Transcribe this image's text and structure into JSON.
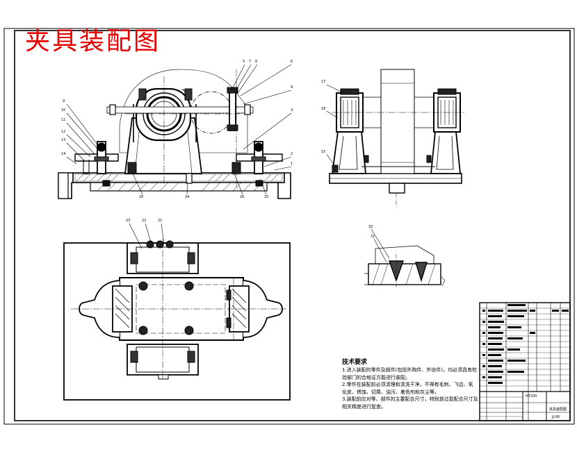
{
  "drawing": {
    "title": "夹具装配图"
  },
  "balloons": {
    "front_top": [
      "5",
      "7",
      "8",
      "6",
      "4",
      "3",
      "2",
      "1"
    ],
    "front_left": [
      "9",
      "10",
      "11",
      "12",
      "13",
      "14"
    ],
    "front_bottom": [
      "20",
      "24",
      "26",
      "25"
    ],
    "side": [
      "17",
      "18",
      "15"
    ],
    "plan_top": [
      "23",
      "22",
      "21"
    ],
    "detail": [
      "32",
      "31"
    ]
  },
  "tech_requirements": {
    "heading": "技术要求",
    "lines": [
      "1.进入装配的零件及部件(包括外购件、外协件)，均必须具有检",
      "验部门的合格证方能进行装配。",
      "2.零件在装配前必须清理和清洗干净，不得有毛刺、飞边、氧",
      "化皮、锈蚀、切屑、油污、着色剂和灰尘等。",
      "3.装配前应对零、部件的主要配合尺寸，特别是过盈配合尺寸及",
      "相关精度进行复查。"
    ]
  },
  "title_block": {
    "name": "夹具装配图",
    "material": "HT200",
    "code": "JJ-00"
  }
}
